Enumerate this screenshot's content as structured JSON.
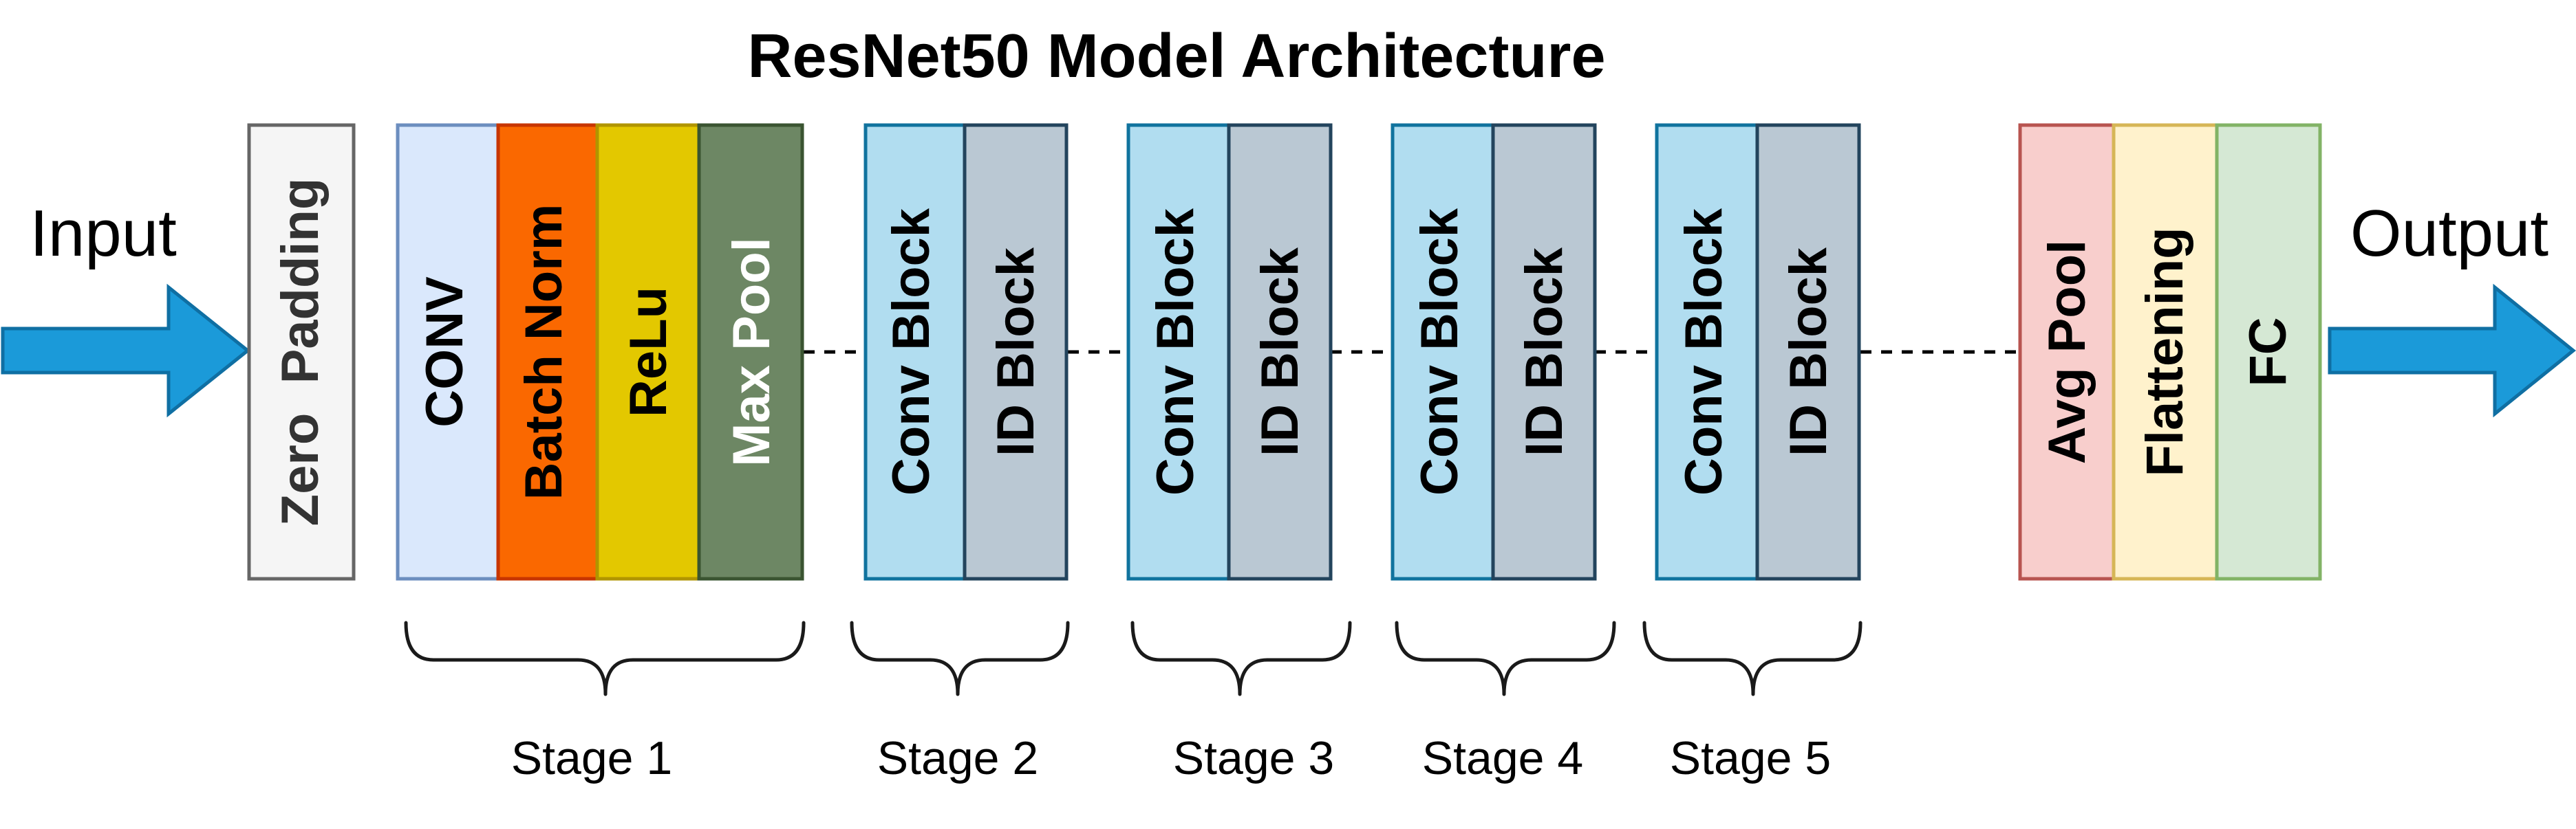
{
  "title": "ResNet50 Model Architecture",
  "input_label": "Input",
  "output_label": "Output",
  "zero_padding": {
    "word1": "Zero",
    "word2": "Padding"
  },
  "stage1": {
    "conv": "CONV",
    "batch_norm": "Batch Norm",
    "relu": "ReLu",
    "max_pool": "Max Pool"
  },
  "stages": [
    {
      "conv_block": "Conv Block",
      "id_block": "ID Block"
    },
    {
      "conv_block": "Conv Block",
      "id_block": "ID Block"
    },
    {
      "conv_block": "Conv Block",
      "id_block": "ID Block"
    },
    {
      "conv_block": "Conv Block",
      "id_block": "ID Block"
    }
  ],
  "head": {
    "avg_pool": "Avg Pool",
    "flattening": "Flattening",
    "fc": "FC"
  },
  "stage_labels": [
    "Stage 1",
    "Stage 2",
    "Stage 3",
    "Stage 4",
    "Stage 5"
  ],
  "colors": {
    "arrow": "#1b9ad9",
    "conv": "#dae8fc",
    "batch_norm": "#fa6800",
    "relu": "#e3c800",
    "max_pool": "#6d8764",
    "conv_block": "#b1ddf0",
    "id_block": "#bac8d3",
    "avg_pool": "#f8cecc",
    "flattening": "#fff2cc",
    "fc": "#d5e8d4",
    "zero_padding": "#f5f5f5"
  }
}
